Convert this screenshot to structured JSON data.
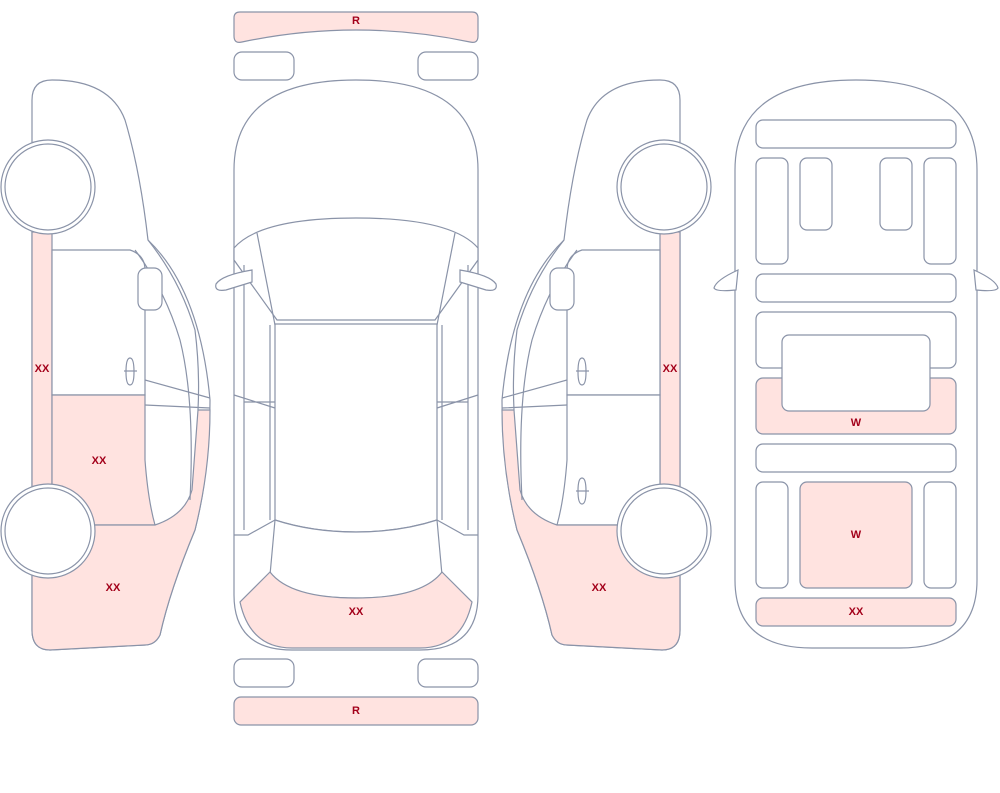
{
  "colors": {
    "damage_fill": "#ffe3e0",
    "outline": "#8a93a8",
    "label": "#a3001a"
  },
  "labels": {
    "rear_bumper_top": "R",
    "front_bumper_bottom": "R",
    "left_rocker": "XX",
    "left_rear_door": "XX",
    "left_rear_quarter": "XX",
    "front_hood_lower": "XX",
    "right_rocker": "XX",
    "right_rear_quarter": "XX",
    "top_rear_window": "W",
    "top_rear_glass": "W",
    "top_rear_bumper": "XX"
  }
}
